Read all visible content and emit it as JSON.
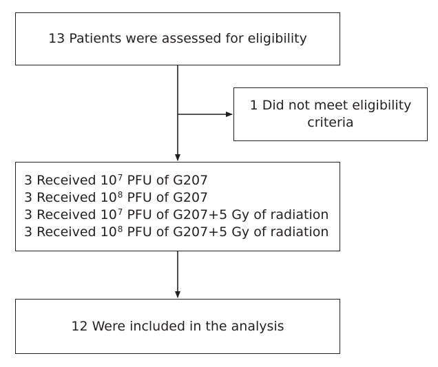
{
  "assessed": {
    "text": "13 Patients were assessed for eligibility"
  },
  "excluded": {
    "line1": "1 Did not meet eligibility",
    "line2": "criteria"
  },
  "arms": [
    {
      "prefix": "3 Received 10",
      "exp": "7",
      "suffix": " PFU of G207"
    },
    {
      "prefix": "3 Received 10",
      "exp": "8",
      "suffix": " PFU of G207"
    },
    {
      "prefix": "3 Received 10",
      "exp": "7",
      "suffix": " PFU of G207+5 Gy of radiation"
    },
    {
      "prefix": "3 Received 10",
      "exp": "8",
      "suffix": " PFU of G207+5 Gy of radiation"
    }
  ],
  "analysis": {
    "text": "12 Were included in the analysis"
  }
}
